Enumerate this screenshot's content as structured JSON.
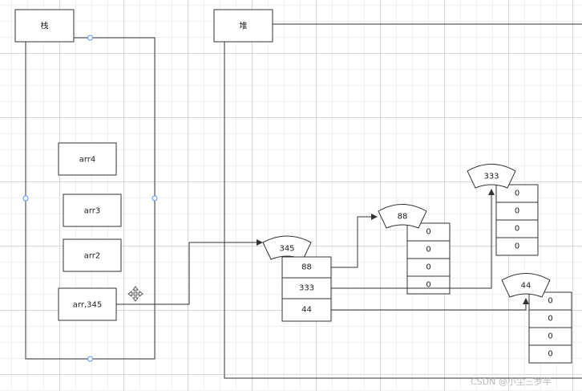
{
  "stack": {
    "title": "栈",
    "vars": [
      "arr4",
      "arr3",
      "arr2",
      "arr,345"
    ]
  },
  "heap": {
    "title": "堆",
    "obj345": {
      "label": "345",
      "cells": [
        "88",
        "333",
        "44"
      ]
    },
    "obj88": {
      "label": "88",
      "cells": [
        "0",
        "0",
        "0",
        "0"
      ]
    },
    "obj333": {
      "label": "333",
      "cells": [
        "0",
        "0",
        "0",
        "0"
      ]
    },
    "obj44": {
      "label": "44",
      "cells": [
        "0",
        "0",
        "0",
        "0"
      ]
    }
  },
  "watermark": "CSDN @小尘三岁半",
  "icons": {
    "move_cursor": "move-cursor-icon"
  }
}
